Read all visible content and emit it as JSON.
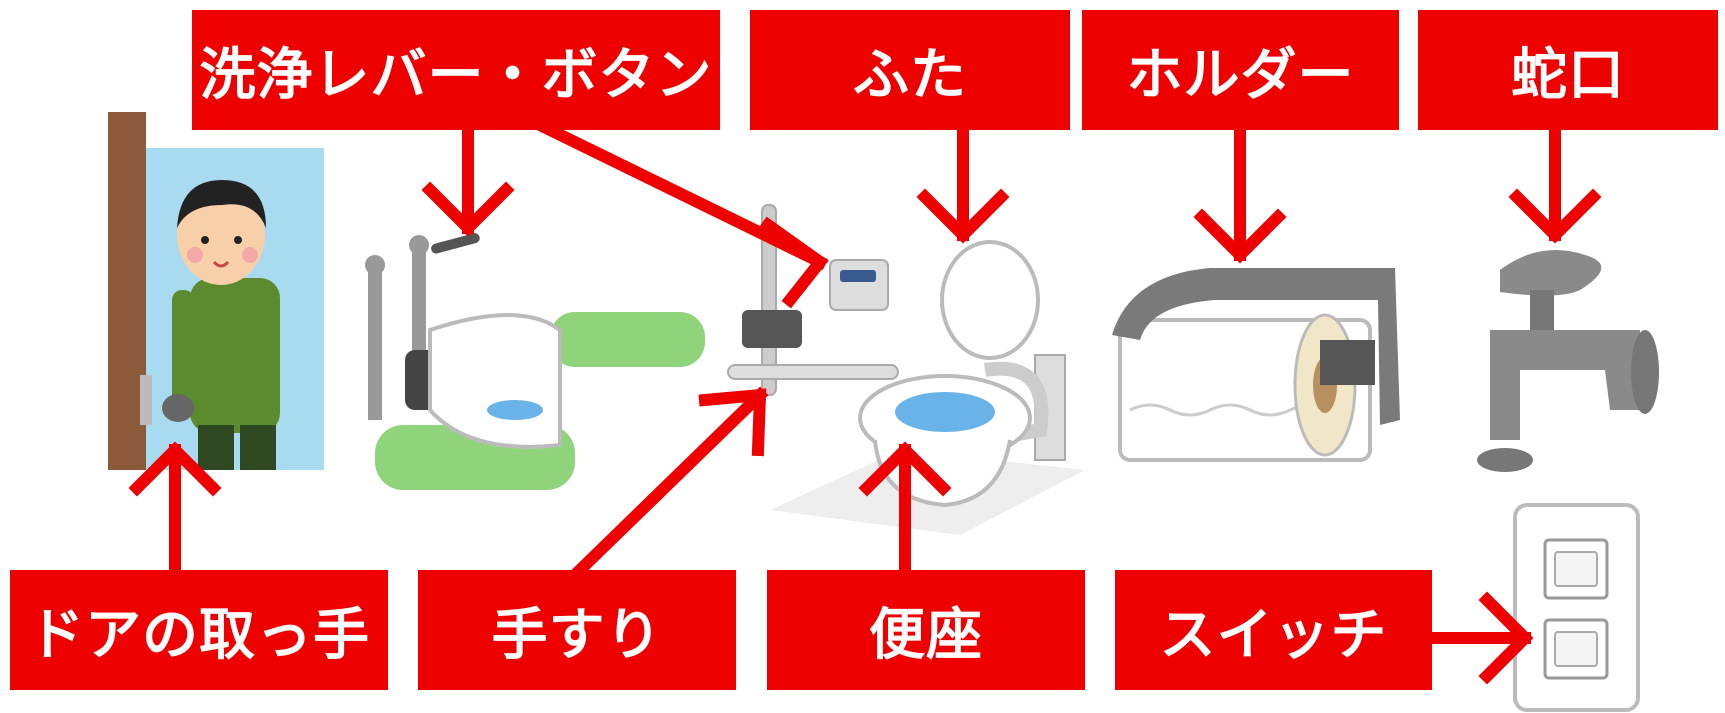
{
  "labels": {
    "flush_lever": "洗浄レバー・ボタン",
    "lid": "ふた",
    "holder": "ホルダー",
    "faucet": "蛇口",
    "door_handle": "ドアの取っ手",
    "handrail": "手すり",
    "toilet_seat": "便座",
    "switch": "スイッチ"
  },
  "colors": {
    "label_bg": "#ee0000",
    "label_text": "#ffffff",
    "arrow": "#ee0000"
  },
  "icons": [
    "door-with-man-icon",
    "squat-toilet-icon",
    "western-toilet-icon",
    "toilet-paper-holder-icon",
    "faucet-icon",
    "light-switch-icon"
  ]
}
